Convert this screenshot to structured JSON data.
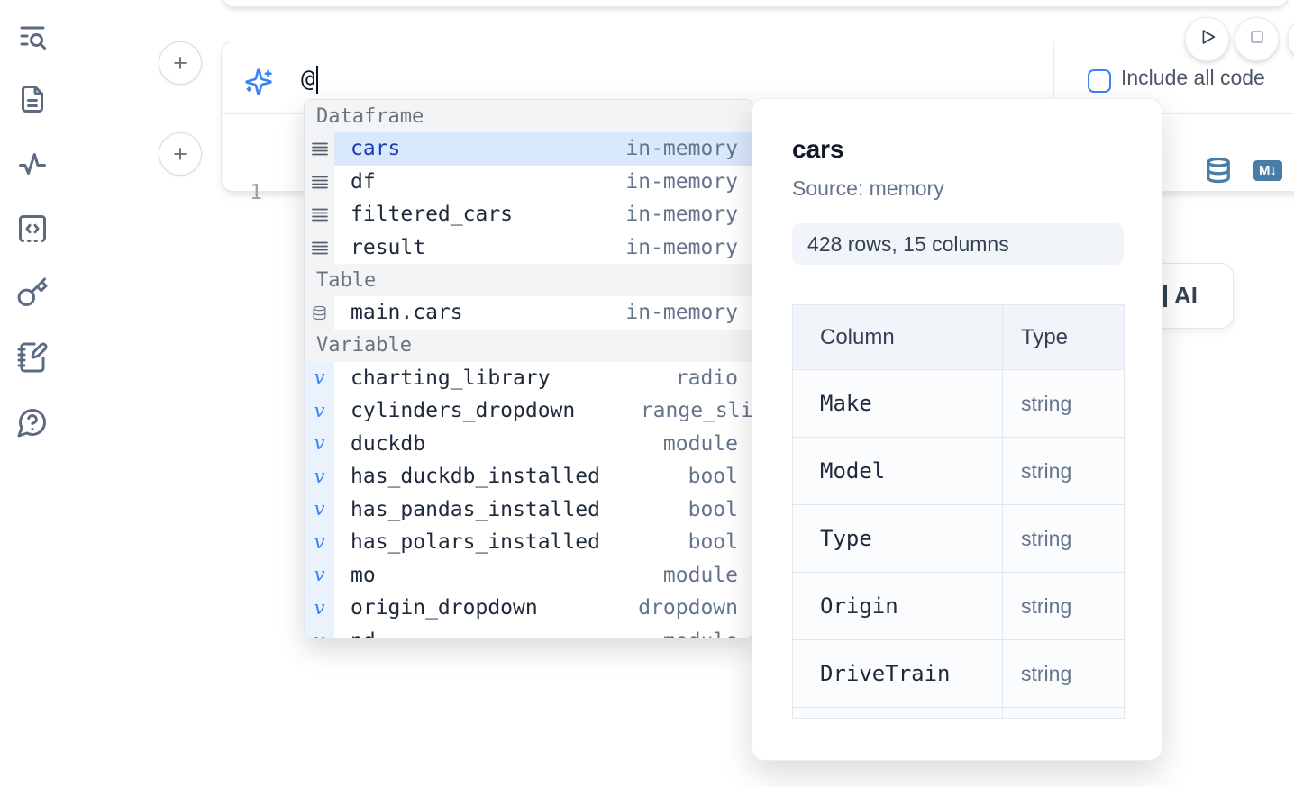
{
  "colors": {
    "accent": "#3b82f6",
    "steel_icon": "#4a7da6",
    "selected_row_bg": "#d9e8fb",
    "selected_row_text": "#1e40af"
  },
  "sidebar": {
    "items": [
      {
        "icon": "list-search-icon"
      },
      {
        "icon": "file-text-icon"
      },
      {
        "icon": "activity-icon"
      },
      {
        "icon": "code-snippets-icon"
      },
      {
        "icon": "key-icon"
      },
      {
        "icon": "scratchpad-icon"
      },
      {
        "icon": "help-chat-icon"
      }
    ]
  },
  "run_controls": {
    "icons": [
      "play-icon",
      "stop-icon"
    ]
  },
  "ai_prompt": {
    "value": "@",
    "include_all_code_label": "Include all code",
    "checkbox_checked": false,
    "icon": "sparkles-icon"
  },
  "cell": {
    "line_number": "1",
    "markdown_badge": "M↓",
    "convert_icons": [
      "database-icon",
      "markdown-icon"
    ]
  },
  "ai_generate_button": {
    "visible_label": "AI"
  },
  "mention_menu": {
    "sections": [
      {
        "label": "Dataframe",
        "row_icon": "rows-icon",
        "items": [
          {
            "name": "cars",
            "type": "in-memory",
            "selected": true
          },
          {
            "name": "df",
            "type": "in-memory"
          },
          {
            "name": "filtered_cars",
            "type": "in-memory"
          },
          {
            "name": "result",
            "type": "in-memory"
          }
        ]
      },
      {
        "label": "Table",
        "row_icon": "database-icon",
        "items": [
          {
            "name": "main.cars",
            "type": "in-memory"
          }
        ]
      },
      {
        "label": "Variable",
        "row_icon": "variable-icon",
        "items": [
          {
            "name": "charting_library",
            "type": "radio"
          },
          {
            "name": "cylinders_dropdown",
            "type": "range_slider",
            "overflow": true
          },
          {
            "name": "duckdb",
            "type": "module"
          },
          {
            "name": "has_duckdb_installed",
            "type": "bool"
          },
          {
            "name": "has_pandas_installed",
            "type": "bool"
          },
          {
            "name": "has_polars_installed",
            "type": "bool"
          },
          {
            "name": "mo",
            "type": "module"
          },
          {
            "name": "origin_dropdown",
            "type": "dropdown"
          },
          {
            "name": "pd",
            "type": "module",
            "clipped": true
          }
        ]
      }
    ]
  },
  "preview_panel": {
    "title": "cars",
    "source": "Source: memory",
    "shape": "428 rows, 15 columns",
    "table": {
      "headers": [
        "Column",
        "Type"
      ],
      "rows": [
        {
          "column": "Make",
          "type": "string"
        },
        {
          "column": "Model",
          "type": "string"
        },
        {
          "column": "Type",
          "type": "string"
        },
        {
          "column": "Origin",
          "type": "string"
        },
        {
          "column": "DriveTrain",
          "type": "string"
        }
      ]
    }
  }
}
